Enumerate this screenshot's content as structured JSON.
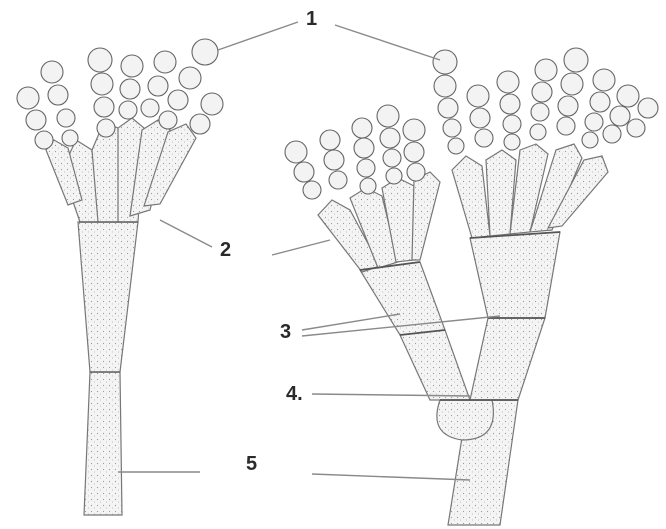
{
  "labels": {
    "l1": "1",
    "l2": "2",
    "l3": "3",
    "l4": "4.",
    "l5": "5"
  },
  "colors": {
    "ink": "#6e6e6e",
    "cell_fill": "#f2f2f2",
    "leader": "#8a8a8a",
    "label": "#2a2a2a"
  }
}
